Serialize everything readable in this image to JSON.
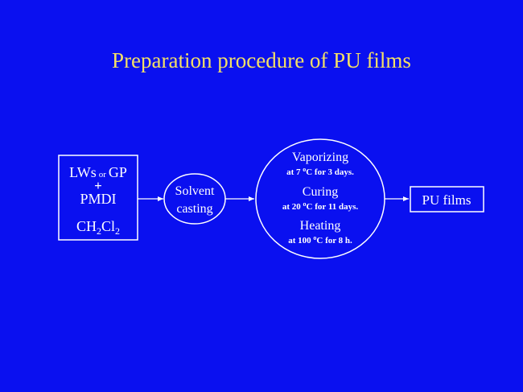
{
  "title": "Preparation procedure of PU films",
  "box1": {
    "line1_main": "LWs",
    "line1_small": "or",
    "line1_end": "GP",
    "line2": "+",
    "line3": "PMDI",
    "formula_ch": "CH",
    "formula_sub1": "2",
    "formula_cl": "Cl",
    "formula_sub2": "2"
  },
  "step_solvent": {
    "line1": "Solvent",
    "line2": "casting"
  },
  "step_process": {
    "vap_title": "Vaporizing",
    "vap_cond_pre": "at 7 ",
    "vap_cond_sup": "o",
    "vap_cond_post": "C for 3 days.",
    "cure_title": "Curing",
    "cure_cond_pre": "at 20 ",
    "cure_cond_sup": "o",
    "cure_cond_post": "C for 11 days.",
    "heat_title": "Heating",
    "heat_cond_pre": "at 100 ",
    "heat_cond_sup": "o",
    "heat_cond_post": "C for 8 h."
  },
  "output": {
    "label": "PU films"
  }
}
